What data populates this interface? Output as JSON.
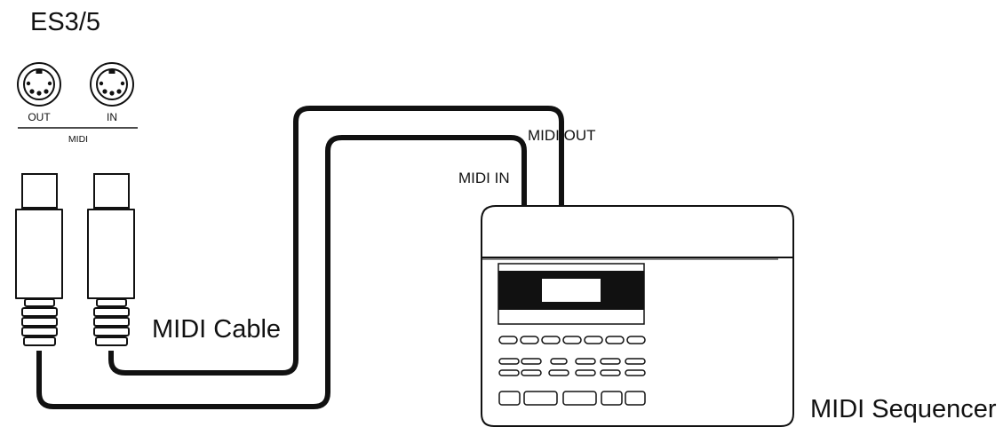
{
  "device": {
    "name": "ES3/5",
    "ports_group_label": "MIDI",
    "ports": [
      {
        "id": "out",
        "label": "OUT"
      },
      {
        "id": "in",
        "label": "IN"
      }
    ]
  },
  "cable": {
    "label": "MIDI Cable"
  },
  "sequencer": {
    "name": "MIDI Sequencer",
    "ports": [
      {
        "id": "midi-in",
        "label": "MIDI IN"
      },
      {
        "id": "midi-out",
        "label": "MIDI OUT"
      }
    ]
  }
}
